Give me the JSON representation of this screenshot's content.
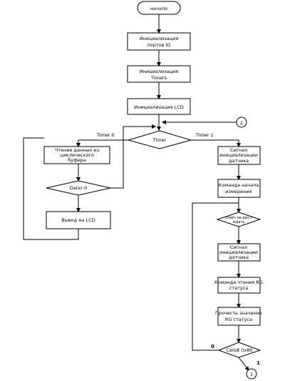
{
  "nodes": {
    "start": "начало",
    "init_ports_1": "Инициализация",
    "init_ports_2": "портов IO",
    "init_timers_1": "Инициализация",
    "init_timers_2": "Timers",
    "init_lcd": "Инициализация LCD",
    "timer_decision": "Timer",
    "read_buffer_1": "Чтение данных из",
    "read_buffer_2": "циклического",
    "read_buffer_3": "буфера",
    "data_check": "Data!:0",
    "output_lcd": "Вывод на LCD",
    "sensor_init_a_1": "Сигнал",
    "sensor_init_a_2": "инициализации",
    "sensor_init_a_3": "датчика",
    "measure_cmd_1": "Команда начала",
    "measure_cmd_2": "измерения",
    "response_check_1": "ответ на раз-т",
    "response_check_2": "ждать",
    "sensor_init_b_1": "Сигнал",
    "sensor_init_b_2": "инициализации",
    "sensor_init_b_3": "датчика",
    "read_rg_cmd_1": "Команда чтения RG",
    "read_rg_cmd_2": "статуса",
    "read_rg_val_1": "Прочесть значение",
    "read_rg_val_2": "RG статуса",
    "status_check": "Cets8 0x80",
    "connector_1": "1",
    "connector_2": "2"
  },
  "edges": {
    "timer0": "Timer 0",
    "timer1": "Timer 1",
    "zero": "0",
    "one": "1"
  }
}
